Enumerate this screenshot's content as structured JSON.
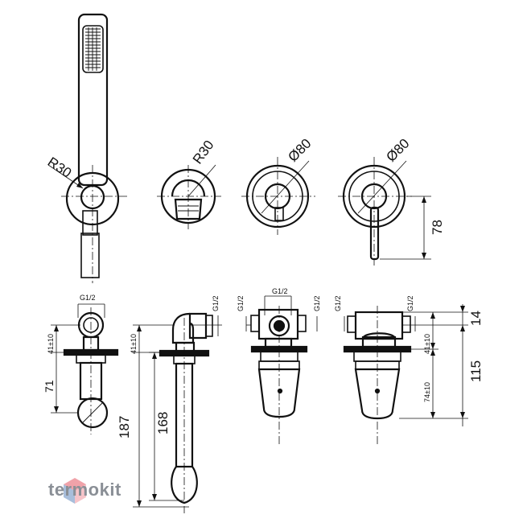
{
  "plan_labels": {
    "r30_left": "R30",
    "r30_right": "R30",
    "d80_left": "Ø80",
    "d80_right": "Ø80",
    "h78": "78"
  },
  "elevation_labels": {
    "g12_a": "G1/2",
    "g12_b": "G1/2",
    "g12_c": "G1/2",
    "g12_d": "G1/2",
    "g12_e": "G1/2",
    "g12_f": "G1/2",
    "g12_g": "G1/2",
    "tol41_a": "41±10",
    "tol41_b": "41±10",
    "tol41_c": "41±10",
    "tol74": "74±10",
    "h187": "187",
    "h168": "168",
    "h14": "14",
    "h115": "115",
    "h71": "71"
  },
  "watermark": {
    "brand": "termokit",
    "colors": {
      "primary": "#e45563",
      "secondary": "#3d6fb0",
      "text": "#8a8f96"
    }
  }
}
